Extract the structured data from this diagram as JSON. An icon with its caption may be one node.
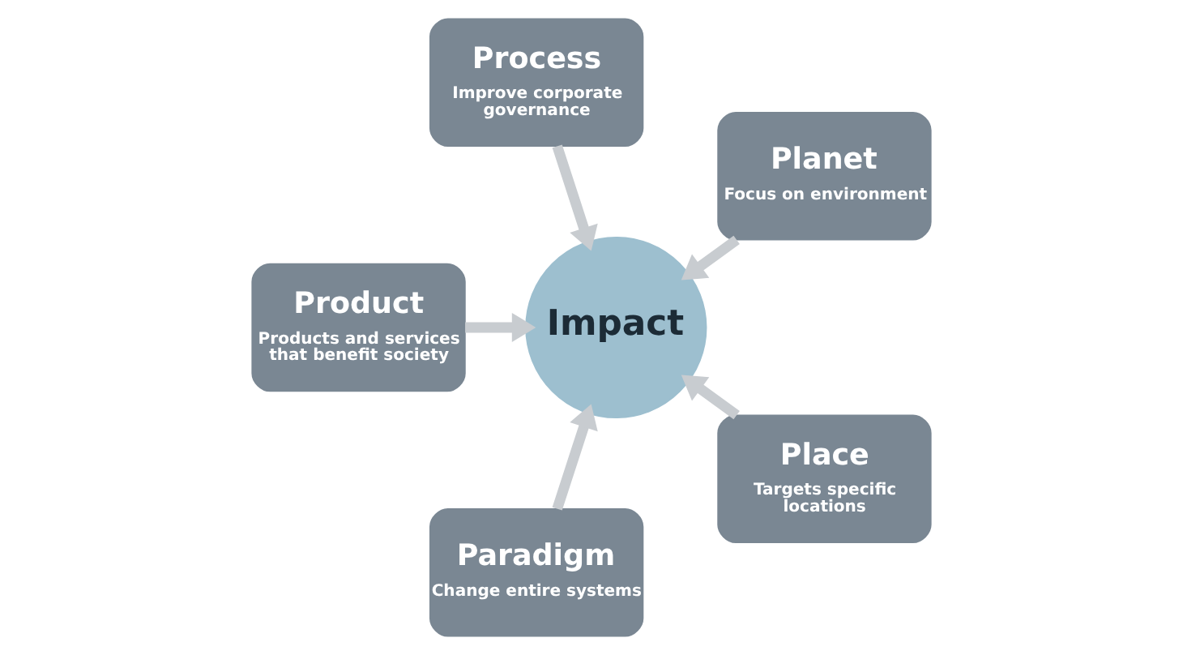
{
  "diagram": {
    "nodes": [
      {
        "text": [
          "Planet",
          "Focus on environment"
        ]
      },
      {
        "text": [
          "Process",
          "Improve corporate governance"
        ]
      },
      {
        "text": [
          "Product",
          "Products and services that benefit society"
        ]
      },
      {
        "text": [
          "Paradigm",
          "Change entire systems"
        ]
      },
      {
        "text": [
          "Impact"
        ]
      },
      {
        "text": [
          "Place",
          "Targets specific locations"
        ]
      }
    ],
    "edges": [
      {
        "from": 0,
        "to": 4,
        "arrow": "to"
      },
      {
        "from": 1,
        "to": 4,
        "arrow": "to"
      },
      {
        "from": 2,
        "to": 4,
        "arrow": "to"
      },
      {
        "from": 3,
        "to": 4,
        "arrow": "to"
      },
      {
        "from": 5,
        "to": 4,
        "arrow": "to"
      }
    ]
  }
}
